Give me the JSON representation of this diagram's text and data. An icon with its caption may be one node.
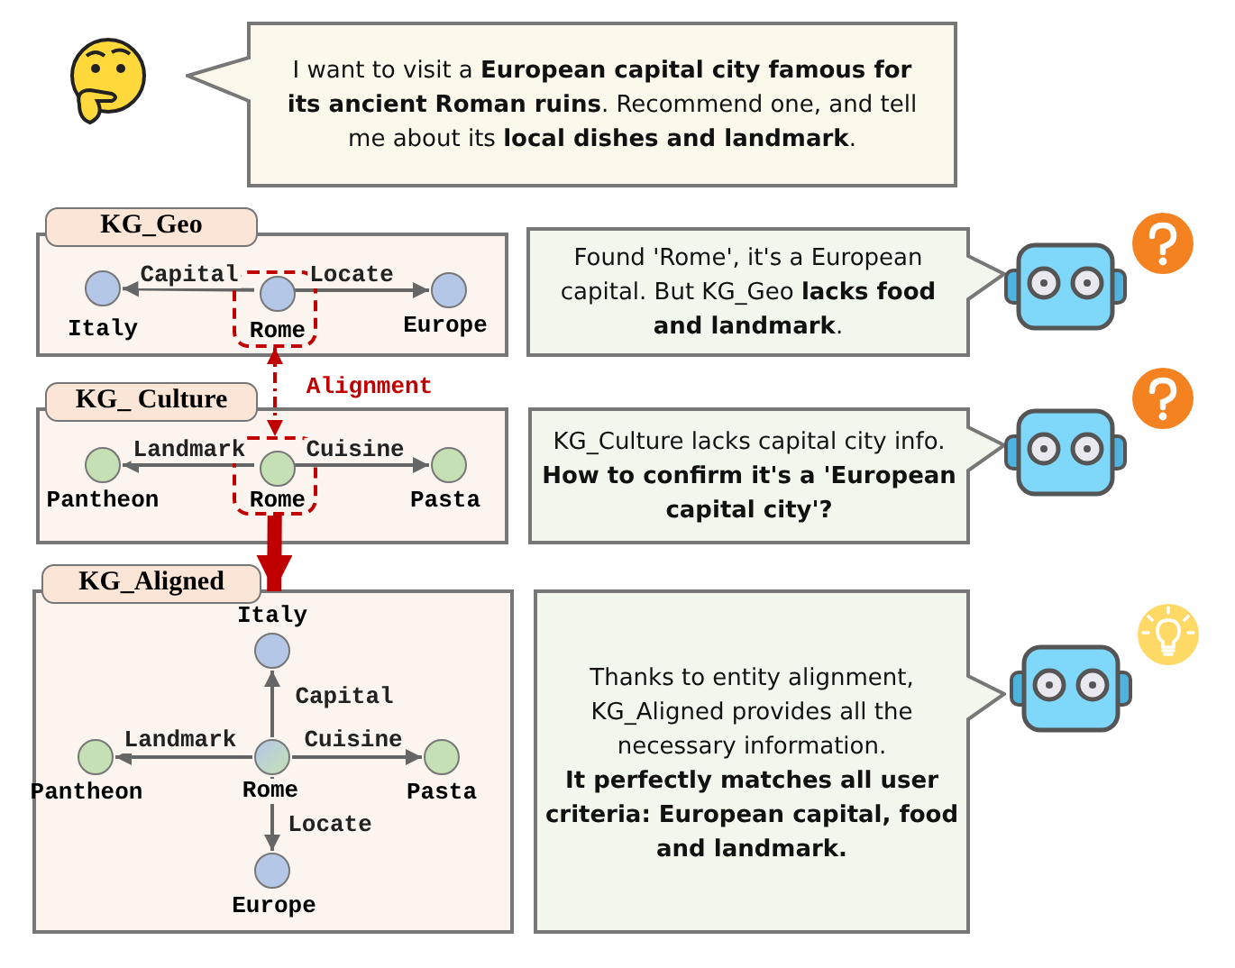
{
  "diagram": {
    "nodes": [
      {
        "text": [
          "I want to visit a **European capital city famous for its ancient Roman ruins**. Recommend one, and tell me about its **local dishes and landmark**."
        ]
      },
      {
        "text": [
          "KG_Geo"
        ]
      },
      {
        "text": [],
        "shape": "circle",
        "in": 1,
        "beside": [
          "Italy"
        ]
      },
      {
        "text": [],
        "shape": "box",
        "in": 1
      },
      {
        "text": [],
        "shape": "circle",
        "in": 3,
        "beside": [
          "Rome"
        ]
      },
      {
        "text": [],
        "shape": "circle",
        "in": 1,
        "beside": [
          "Europe"
        ]
      },
      {
        "text": [
          "Found 'Rome', it's a European capital. But KG_Geo **lacks food and landmark**."
        ]
      },
      {
        "text": [
          "KG_ Culture"
        ]
      },
      {
        "text": [],
        "shape": "circle",
        "in": 7,
        "beside": [
          "Pantheon"
        ]
      },
      {
        "text": [],
        "shape": "box",
        "in": 7
      },
      {
        "text": [],
        "shape": "circle",
        "in": 9,
        "beside": [
          "Rome"
        ]
      },
      {
        "text": [],
        "shape": "circle",
        "in": 7,
        "beside": [
          "Pasta"
        ]
      },
      {
        "text": [
          "KG_Culture lacks capital city info. **How to confirm it's a 'European capital city'?**"
        ]
      },
      {
        "text": [
          "KG_Aligned"
        ]
      },
      {
        "text": [],
        "shape": "circle",
        "in": 13,
        "beside": [
          "Italy"
        ]
      },
      {
        "text": [],
        "shape": "circle",
        "in": 13,
        "beside": [
          "Pantheon"
        ]
      },
      {
        "text": [],
        "shape": "circle",
        "in": 13,
        "beside": [
          "Rome"
        ]
      },
      {
        "text": [],
        "shape": "circle",
        "in": 13,
        "beside": [
          "Pasta"
        ]
      },
      {
        "text": [],
        "shape": "circle",
        "in": 13,
        "beside": [
          "Europe"
        ]
      },
      {
        "text": [
          "Thanks to entity alignment, KG_Aligned provides all the necessary information.",
          "It perfectly matches all user criteria: European capital, food and landmark."
        ]
      }
    ],
    "edges": [
      {
        "from": 4,
        "to": 2,
        "arrow": "to",
        "label": "Capital"
      },
      {
        "from": 4,
        "to": 5,
        "arrow": "to",
        "label": "Locate"
      },
      {
        "from": 3,
        "to": 9,
        "arrow": "both",
        "label": "Alignment",
        "style": "dashed",
        "color": "#c00000"
      },
      {
        "from": 10,
        "to": 8,
        "arrow": "to",
        "label": "Landmark"
      },
      {
        "from": 10,
        "to": 11,
        "arrow": "to",
        "label": "Cuisine"
      },
      {
        "from": 9,
        "to": 13,
        "arrow": "to",
        "style": "thick",
        "color": "#c00000"
      },
      {
        "from": 16,
        "to": 14,
        "arrow": "to",
        "label": "Capital"
      },
      {
        "from": 16,
        "to": 15,
        "arrow": "to",
        "label": "Landmark"
      },
      {
        "from": 16,
        "to": 17,
        "arrow": "to",
        "label": "Cuisine"
      },
      {
        "from": 16,
        "to": 18,
        "arrow": "to",
        "label": "Locate"
      }
    ]
  }
}
